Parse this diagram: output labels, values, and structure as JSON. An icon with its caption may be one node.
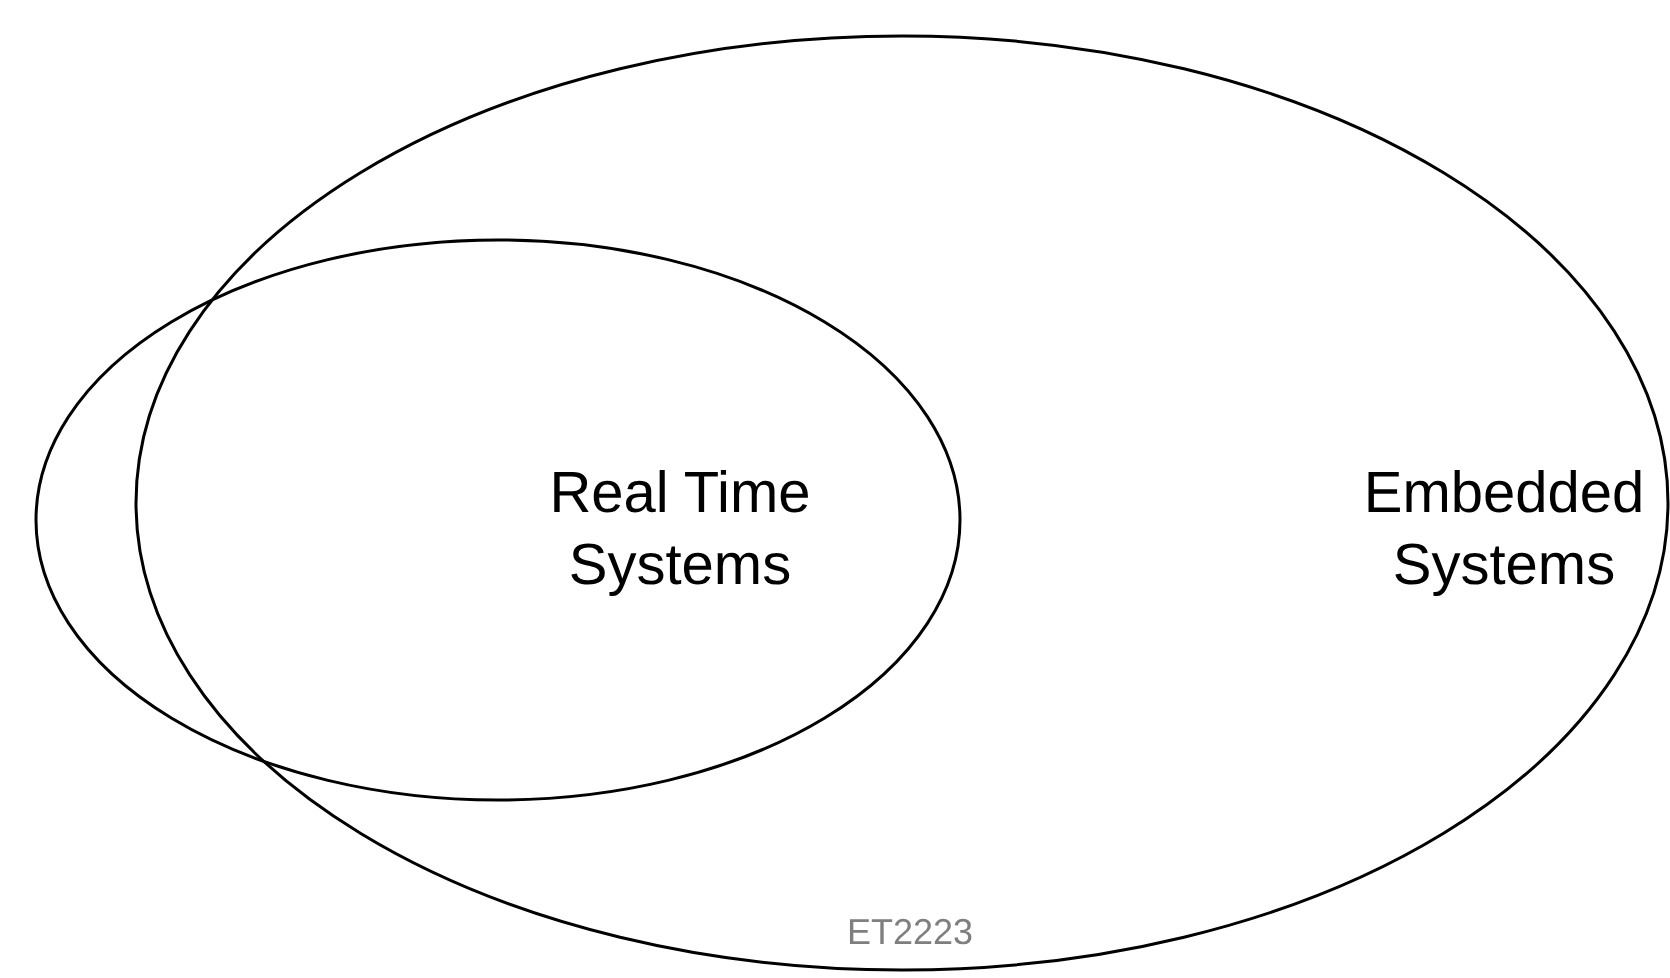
{
  "diagram": {
    "nodes": [
      {
        "text": [
          "Real Time Systems"
        ]
      },
      {
        "text": [
          "Embedded Systems"
        ]
      }
    ],
    "labels": [
      "ET2223"
    ]
  }
}
